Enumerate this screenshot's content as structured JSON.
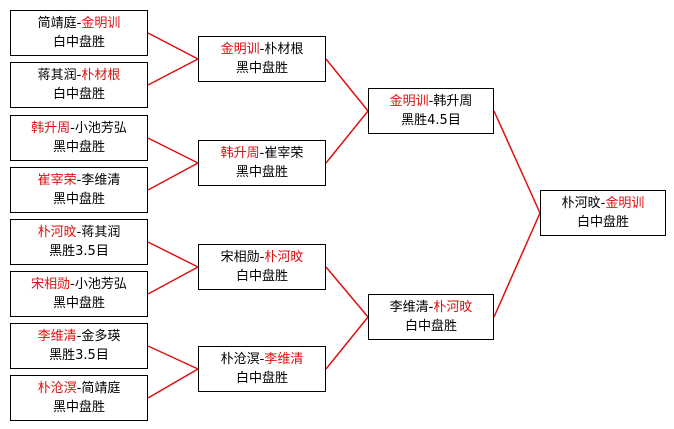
{
  "colors": {
    "winner_text": "#dd1111",
    "connector": "#dd1111",
    "border": "#000000"
  },
  "matches": [
    {
      "id": "r1m1",
      "round": 1,
      "players": [
        {
          "name": "简靖庭",
          "winner": false
        },
        {
          "name": "金明训",
          "winner": true
        }
      ],
      "result": "白中盘胜"
    },
    {
      "id": "r1m2",
      "round": 1,
      "players": [
        {
          "name": "蒋其润",
          "winner": false
        },
        {
          "name": "朴材根",
          "winner": true
        }
      ],
      "result": "白中盘胜"
    },
    {
      "id": "r1m3",
      "round": 1,
      "players": [
        {
          "name": "韩升周",
          "winner": true
        },
        {
          "name": "小池芳弘",
          "winner": false
        }
      ],
      "result": "黑中盘胜"
    },
    {
      "id": "r1m4",
      "round": 1,
      "players": [
        {
          "name": "崔宰荣",
          "winner": true
        },
        {
          "name": "李维清",
          "winner": false
        }
      ],
      "result": "黑中盘胜"
    },
    {
      "id": "r1m5",
      "round": 1,
      "players": [
        {
          "name": "朴河旼",
          "winner": true
        },
        {
          "name": "蒋其润",
          "winner": false
        }
      ],
      "result": "黑胜3.5目"
    },
    {
      "id": "r1m6",
      "round": 1,
      "players": [
        {
          "name": "宋相勋",
          "winner": true
        },
        {
          "name": "小池芳弘",
          "winner": false
        }
      ],
      "result": "黑中盘胜"
    },
    {
      "id": "r1m7",
      "round": 1,
      "players": [
        {
          "name": "李维清",
          "winner": true
        },
        {
          "name": "金多瑛",
          "winner": false
        }
      ],
      "result": "黑胜3.5目"
    },
    {
      "id": "r1m8",
      "round": 1,
      "players": [
        {
          "name": "朴沧溟",
          "winner": true
        },
        {
          "name": "简靖庭",
          "winner": false
        }
      ],
      "result": "黑中盘胜"
    },
    {
      "id": "r2m1",
      "round": 2,
      "players": [
        {
          "name": "金明训",
          "winner": true
        },
        {
          "name": "朴材根",
          "winner": false
        }
      ],
      "result": "黑中盘胜"
    },
    {
      "id": "r2m2",
      "round": 2,
      "players": [
        {
          "name": "韩升周",
          "winner": true
        },
        {
          "name": "崔宰荣",
          "winner": false
        }
      ],
      "result": "黑中盘胜"
    },
    {
      "id": "r2m3",
      "round": 2,
      "players": [
        {
          "name": "宋相勋",
          "winner": false
        },
        {
          "name": "朴河旼",
          "winner": true
        }
      ],
      "result": "白中盘胜"
    },
    {
      "id": "r2m4",
      "round": 2,
      "players": [
        {
          "name": "朴沧溟",
          "winner": false
        },
        {
          "name": "李维清",
          "winner": true
        }
      ],
      "result": "白中盘胜"
    },
    {
      "id": "r3m1",
      "round": 3,
      "players": [
        {
          "name": "金明训",
          "winner": true
        },
        {
          "name": "韩升周",
          "winner": false
        }
      ],
      "result": "黑胜4.5目"
    },
    {
      "id": "r3m2",
      "round": 3,
      "players": [
        {
          "name": "李维清",
          "winner": false
        },
        {
          "name": "朴河旼",
          "winner": true
        }
      ],
      "result": "白中盘胜"
    },
    {
      "id": "final",
      "round": 4,
      "players": [
        {
          "name": "朴河旼",
          "winner": false
        },
        {
          "name": "金明训",
          "winner": true
        }
      ],
      "result": "白中盘胜"
    }
  ],
  "separator": "-"
}
